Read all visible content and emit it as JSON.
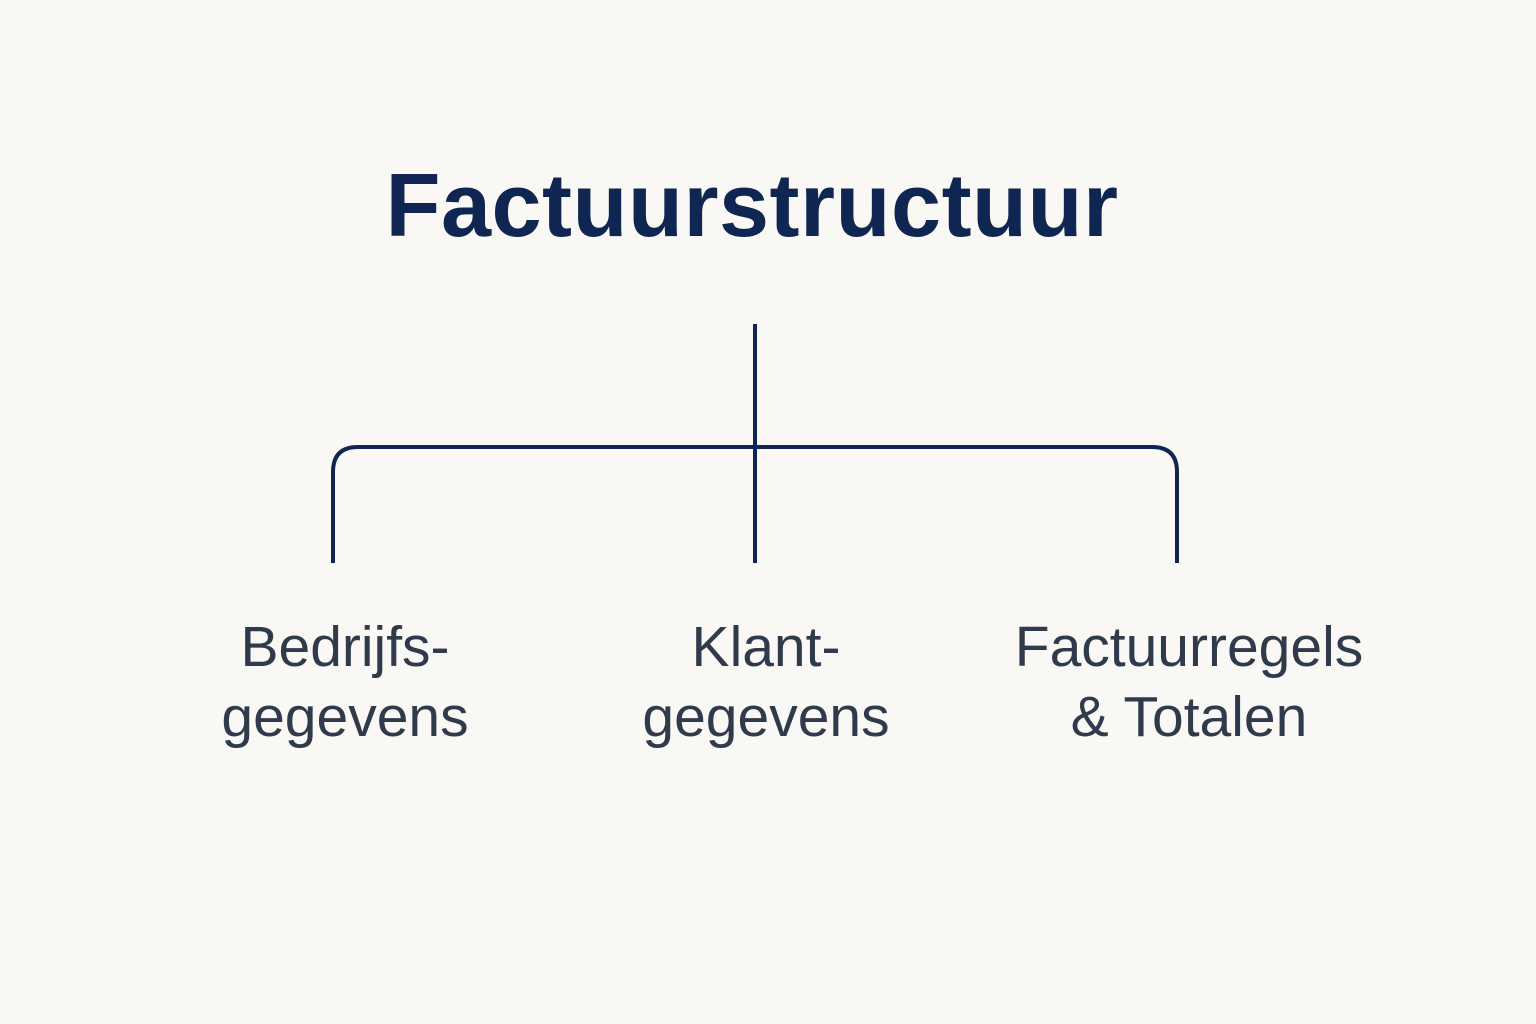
{
  "title": "Factuurstructuur",
  "colors": {
    "title": "#0f2652",
    "lines": "#0f2652",
    "labels": "#2f3a4b",
    "background": "#f9f8f4"
  },
  "nodes": [
    {
      "line1": "Bedrijfs-",
      "line2": "gegevens"
    },
    {
      "line1": "Klant-",
      "line2": "gegevens"
    },
    {
      "line1": "Factuurregels",
      "line2": "& Totalen"
    }
  ]
}
